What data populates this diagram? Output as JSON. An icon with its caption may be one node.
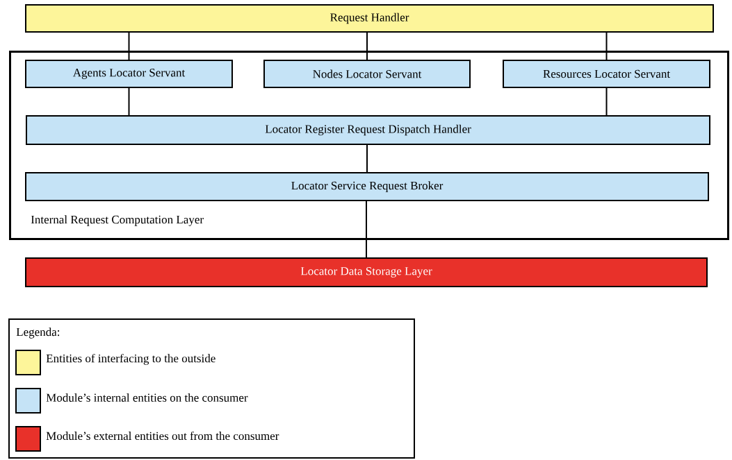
{
  "diagram": {
    "nodes": [
      {
        "text": [
          "Request Handler"
        ]
      },
      {
        "text": [
          "Internal Request Computation Layer"
        ]
      },
      {
        "text": [
          "Agents Locator Servant"
        ],
        "in": 1
      },
      {
        "text": [
          "Nodes Locator Servant"
        ],
        "in": 1
      },
      {
        "text": [
          "Resources Locator Servant"
        ],
        "in": 1
      },
      {
        "text": [
          "Locator Register Request Dispatch Handler"
        ],
        "in": 1
      },
      {
        "text": [
          "Locator Service Request Broker"
        ],
        "in": 1
      },
      {
        "text": [
          "Locator Data Storage Layer"
        ]
      }
    ],
    "edges": [
      {
        "from": 0,
        "to": 2,
        "arrow": "none"
      },
      {
        "from": 0,
        "to": 3,
        "arrow": "none"
      },
      {
        "from": 0,
        "to": 4,
        "arrow": "none"
      },
      {
        "from": 2,
        "to": 5,
        "arrow": "none"
      },
      {
        "from": 4,
        "to": 5,
        "arrow": "none"
      },
      {
        "from": 5,
        "to": 6,
        "arrow": "none"
      },
      {
        "from": 6,
        "to": 7,
        "arrow": "none"
      }
    ],
    "labels": [
      "Legenda:"
    ],
    "legend": [
      {
        "text": "Entities of interfacing to the outside",
        "color": "#fdf59a"
      },
      {
        "text": "Module’s internal entities on the consumer",
        "color": "#c5e3f6"
      },
      {
        "text": "Module’s external entities out from the consumer",
        "color": "#e8312a"
      }
    ]
  }
}
